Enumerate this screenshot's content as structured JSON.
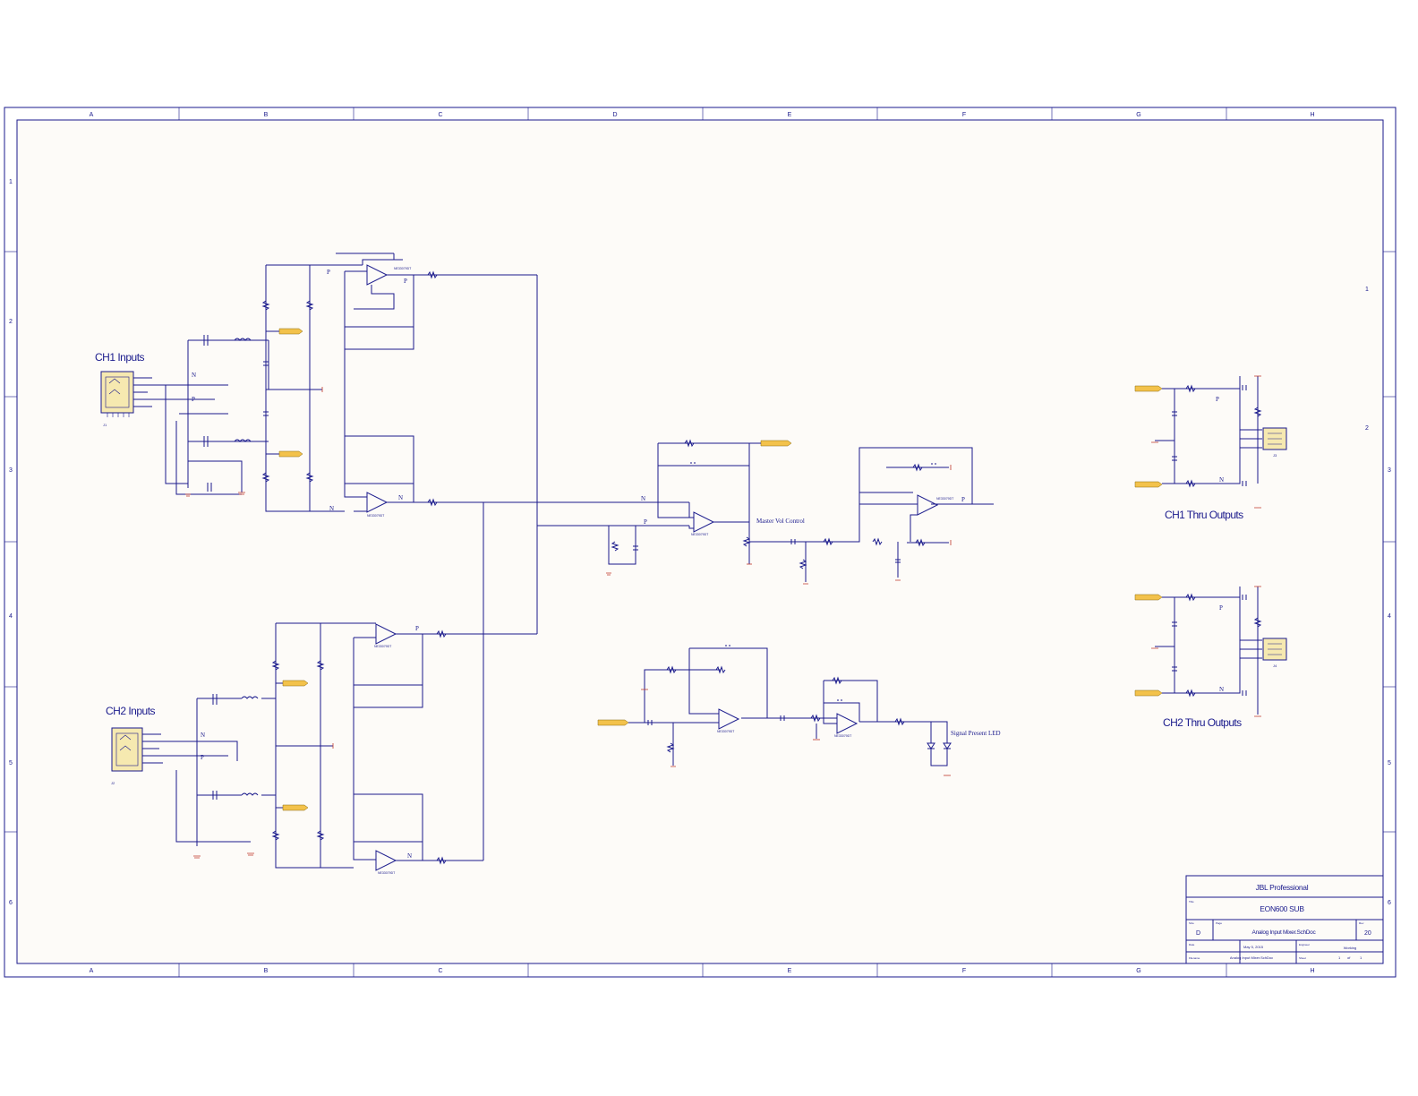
{
  "colors": {
    "sheet_bg": "#fdfbf8",
    "wire": "#1a1a8c",
    "ground": "#c0392b",
    "port_fill": "#f3c24b",
    "border": "#1a1a8c"
  },
  "zones": {
    "columns": [
      "A",
      "B",
      "C",
      "D",
      "E",
      "F",
      "G",
      "H"
    ],
    "columns_bottom": [
      "A",
      "B",
      "C",
      "",
      "E",
      "F",
      "G",
      "H"
    ],
    "rows_left": [
      "1",
      "2",
      "3",
      "4",
      "5",
      "6"
    ],
    "rows_right": [
      "1",
      "2",
      "3",
      "4",
      "5",
      "6"
    ]
  },
  "blocks": {
    "ch1_inputs": "CH1 Inputs",
    "ch2_inputs": "CH2 Inputs",
    "ch1_thru": "CH1 Thru Outputs",
    "ch2_thru": "CH2 Thru Outputs",
    "master_vol": "Master Vol Control",
    "signal_led": "Signal Present LED"
  },
  "parts": {
    "j1": "J1",
    "j2": "J2",
    "j3": "J3",
    "j4": "J4",
    "opamp": "NE33079DT",
    "net_n": "N",
    "net_p": "P"
  },
  "title_block": {
    "company": "JBL Professional",
    "title_label": "Title",
    "title": "EON600 SUB",
    "size_label": "Size",
    "size": "D",
    "page_label": "Page",
    "page": "Analog Input Mixer.SchDoc",
    "rev_label": "Rev",
    "rev": "20",
    "date_label": "Date",
    "date": "May 5, 2015",
    "engineer_label": "Engineer",
    "engineer": "Working",
    "filename_label": "Filename",
    "filename": "Analog Input Mixer.SchDoc",
    "sheet_label": "Sheet",
    "sheet_num": "1",
    "sheet_of": "of",
    "sheet_total": "1"
  }
}
